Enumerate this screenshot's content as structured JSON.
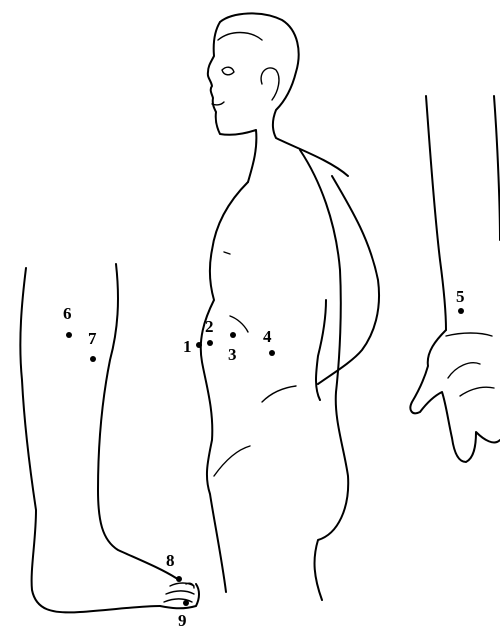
{
  "points": [
    {
      "label": "1"
    },
    {
      "label": "2"
    },
    {
      "label": "3"
    },
    {
      "label": "4"
    },
    {
      "label": "5"
    },
    {
      "label": "6"
    },
    {
      "label": "7"
    },
    {
      "label": "8"
    },
    {
      "label": "9"
    }
  ],
  "colors": {
    "ink": "#000000",
    "background": "#ffffff"
  }
}
